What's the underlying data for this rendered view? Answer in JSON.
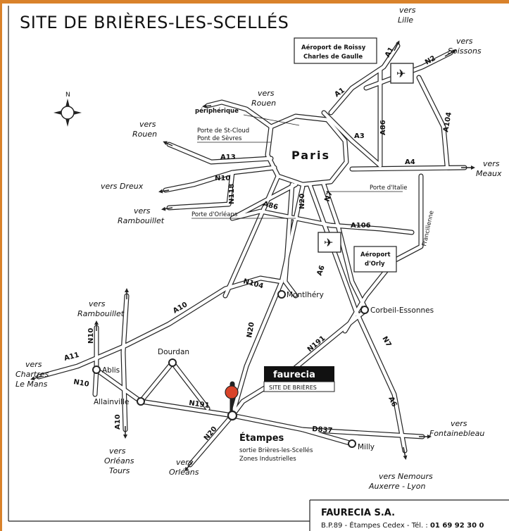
{
  "title": "SITE DE BRIÈRES-LES-SCELLÉS",
  "city": "Paris",
  "airports": {
    "roissy_line1": "Aéroport de Roissy",
    "roissy_line2": "Charles de Gaulle",
    "orly_line1": "Aéroport",
    "orly_line2": "d'Orly"
  },
  "site": {
    "logo": "faurecia",
    "label": "SITE DE BRIÈRES"
  },
  "destinations": {
    "lille": [
      "vers",
      "Lille"
    ],
    "soissons": [
      "vers",
      "Soissons"
    ],
    "meaux": [
      "vers",
      "Meaux"
    ],
    "rouen_top": [
      "vers",
      "Rouen"
    ],
    "rouen_left": [
      "vers",
      "Rouen"
    ],
    "dreux": "vers Dreux",
    "rambouillet_top": [
      "vers",
      "Rambouillet"
    ],
    "rambouillet_bottom": [
      "vers",
      "Rambouillet"
    ],
    "chartres": [
      "vers",
      "Chartres",
      "Le Mans"
    ],
    "orleans_tours": [
      "vers",
      "Orléans",
      "Tours"
    ],
    "orleans": [
      "vers",
      "Orléans"
    ],
    "fontainebleau": [
      "vers",
      "Fontainebleau"
    ],
    "nemours": [
      "vers Nemours",
      "Auxerre - Lyon"
    ]
  },
  "places": {
    "peripherique": "périphérique",
    "porte_st_cloud": "Porte de St-Cloud",
    "pont_sevres": "Pont de Sèvres",
    "porte_italie": "Porte d'Italie",
    "porte_orleans": "Porte d'Orléans",
    "montlhery": "Montlhéry",
    "corbeil": "Corbeil-Essonnes",
    "dourdan": "Dourdan",
    "ablis": "Ablis",
    "allainville": "Allainville",
    "etampes": "Étampes",
    "sortie": "sortie Brières-les-Scellés",
    "zones": "Zones Industrielles",
    "milly": "Milly",
    "francilienne": "Francilienne"
  },
  "roads": {
    "a1": "A1",
    "a1b": "A1",
    "n2": "N2",
    "a86_ne": "A86",
    "a104": "A104",
    "a3": "A3",
    "a4": "A4",
    "a13": "A13",
    "n10": "N10",
    "n118": "N118",
    "n20": "N20",
    "n7": "N7",
    "a86_w": "A86",
    "a106": "A106",
    "a6": "A6",
    "n104": "N104",
    "a10": "A10",
    "n10b": "N10",
    "a11": "A11",
    "n10c": "N10",
    "a10b": "A10",
    "n191": "N191",
    "n191b": "N191",
    "n20b": "N20",
    "n20c": "N20",
    "n7b": "N7",
    "a6b": "A6",
    "d837": "D837"
  },
  "footer": {
    "company": "FAURECIA S.A.",
    "address": "B.P.89 - Étampes Cedex - Tél. : ",
    "phone": "01 69 92 30 0"
  },
  "colors": {
    "frame": "#d9822b",
    "site_marker": "#d9442a",
    "logo_bg": "#111111"
  }
}
